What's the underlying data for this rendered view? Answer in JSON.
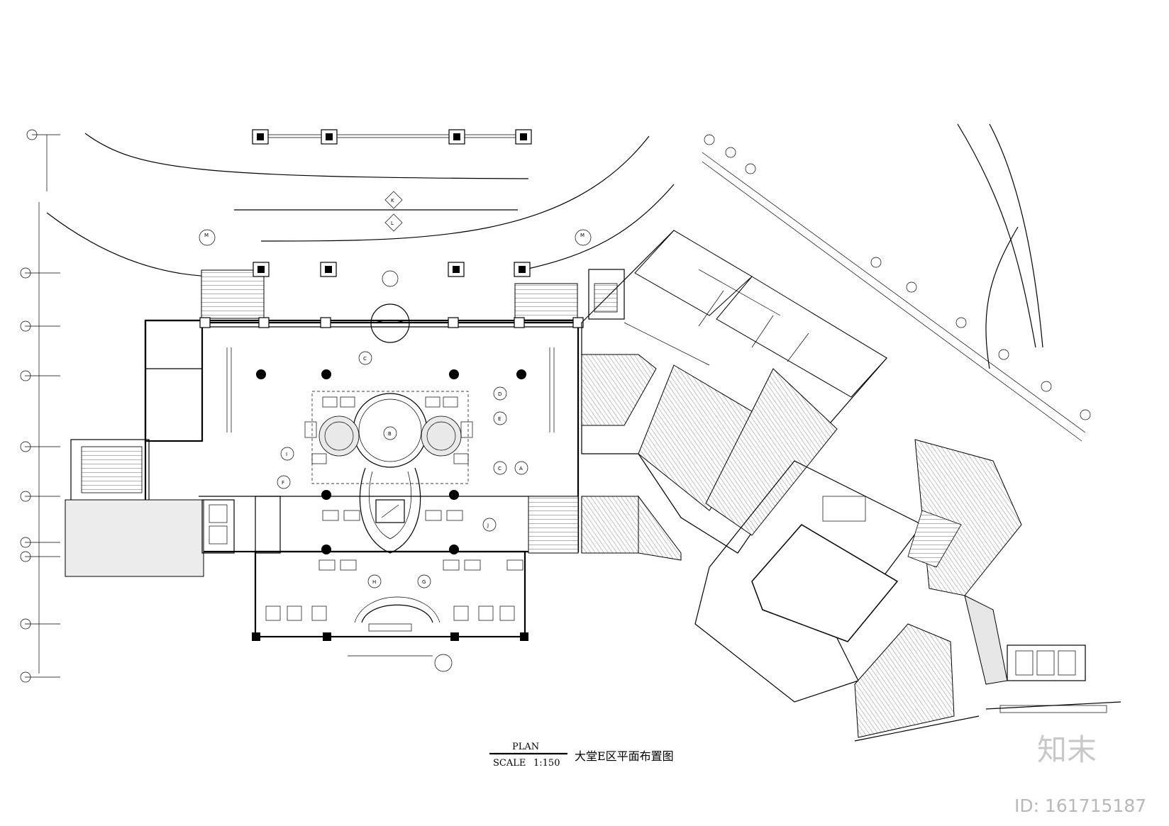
{
  "drawing": {
    "plan_label": "PLAN",
    "scale_label": "SCALE",
    "scale_value": "1:150",
    "title_cn": "大堂E区平面布置图"
  },
  "section_markers": [
    "K",
    "L",
    "M",
    "M",
    "C",
    "B",
    "D",
    "E",
    "A",
    "C",
    "J",
    "H",
    "G",
    "I",
    "F"
  ],
  "watermark": {
    "logo": "知末",
    "id_text": "ID: 161715187"
  },
  "colors": {
    "line": "#000000",
    "hatch_bg": "#e9e9e9",
    "watermark": "#c0c0c0"
  }
}
